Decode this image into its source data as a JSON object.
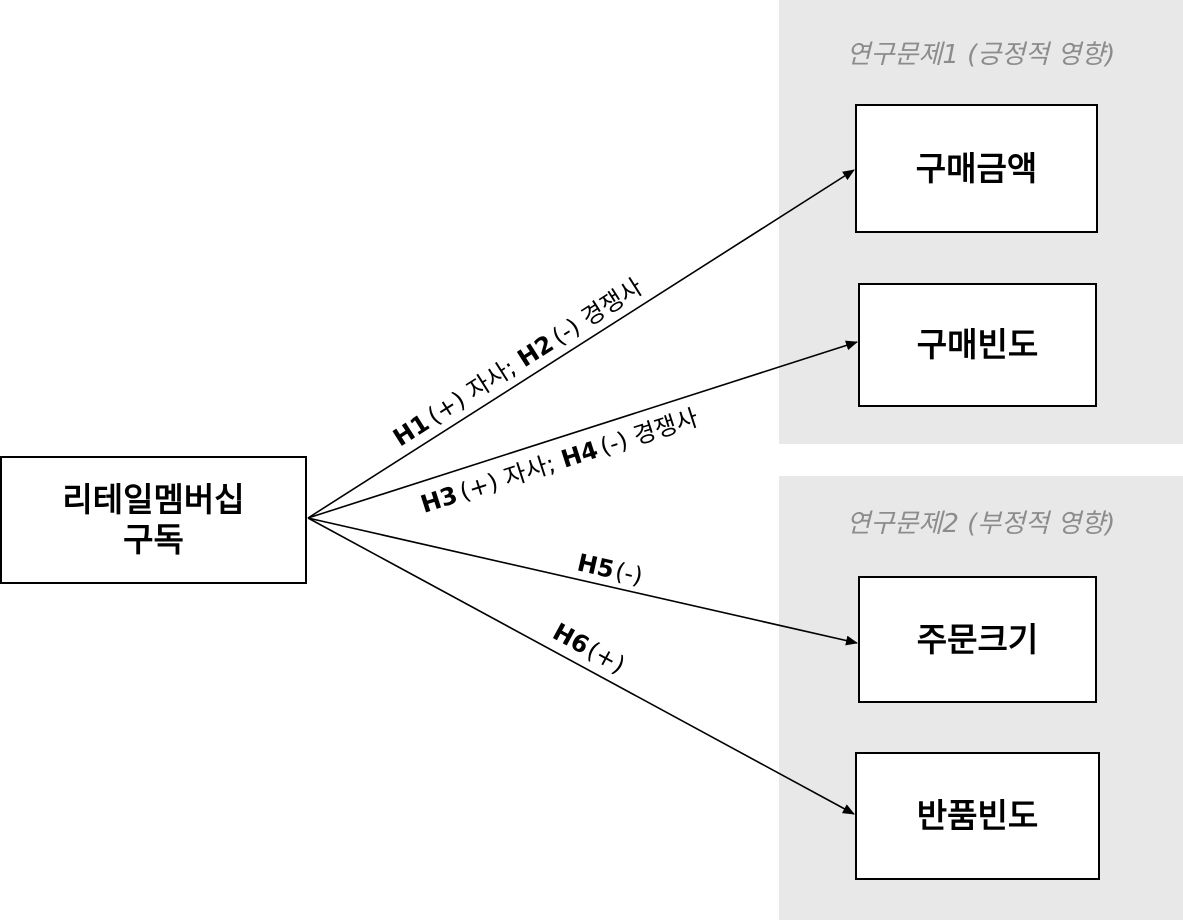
{
  "panels": {
    "research_1": {
      "title": "연구문제1 (긍정적 영향)"
    },
    "research_2": {
      "title": "연구문제2 (부정적 영향)"
    }
  },
  "nodes": {
    "source": {
      "line1": "리테일멤버십",
      "line2": "구독"
    },
    "purchase_amount": {
      "label": "구매금액"
    },
    "purchase_frequency": {
      "label": "구매빈도"
    },
    "order_size": {
      "label": "주문크기"
    },
    "return_frequency": {
      "label": "반품빈도"
    }
  },
  "edges": {
    "e1": {
      "h_a": "H1",
      "sign_a": "(+) 자사;",
      "h_b": "H2",
      "sign_b": "(-) 경쟁사"
    },
    "e2": {
      "h_a": "H3",
      "sign_a": "(+) 자사;",
      "h_b": "H4",
      "sign_b": "(-) 경쟁사"
    },
    "e3": {
      "h": "H5",
      "sign": "(-)"
    },
    "e4": {
      "h": "H6",
      "sign": "(+)"
    }
  },
  "colors": {
    "panel_bg": "#e8e8e8",
    "panel_title": "#8c8c8c",
    "stroke": "#000000"
  }
}
